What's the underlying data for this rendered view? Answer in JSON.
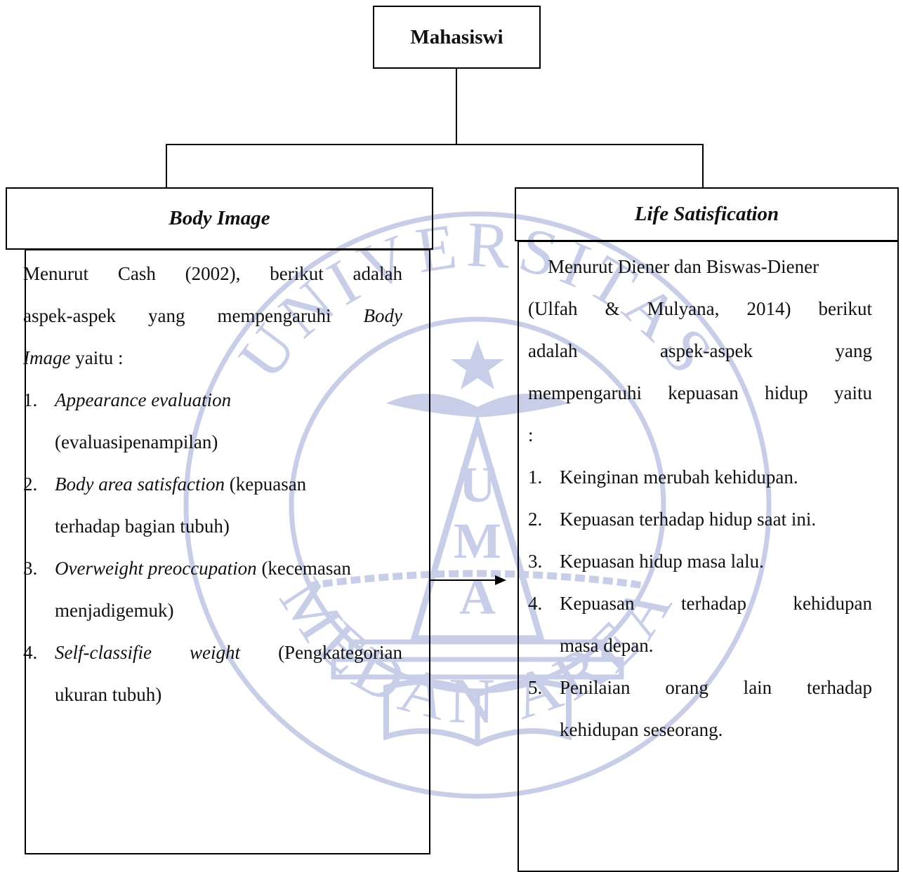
{
  "top": {
    "title": "Mahasiswi"
  },
  "left": {
    "title": "Body Image",
    "intro": {
      "line1": "Menurut Cash (2002), berikut adalah",
      "line2": "aspek-aspek yang mempengaruhi",
      "line2_em": "Body",
      "line3_em": "Image",
      "line3": " yaitu :"
    },
    "items": [
      {
        "num": "1.",
        "em": "Appearance evaluation",
        "rest": "",
        "cont": "(evaluasipenampilan)"
      },
      {
        "num": "2.",
        "em": "Body area satisfaction",
        "rest": " (kepuasan",
        "cont": "terhadap bagian tubuh)"
      },
      {
        "num": "3.",
        "em": "Overweight preoccupation",
        "rest": " (kecemasan",
        "cont": "menjadigemuk)"
      },
      {
        "num": "4.",
        "em": "Self-classifie weight",
        "rest": "(Pengkategorian",
        "cont": "ukuran tubuh)"
      }
    ]
  },
  "right": {
    "title": "Life Satisfication",
    "intro": {
      "line1": "Menurut Diener dan Biswas-Diener",
      "line2": "(Ulfah & Mulyana, 2014) berikut",
      "line3": "adalah aspek-aspek yang",
      "line4": "mempengaruhi kepuasan hidup yaitu",
      "line5": ":"
    },
    "items": [
      {
        "num": "1.",
        "text": "Keinginan merubah kehidupan."
      },
      {
        "num": "2.",
        "text": "Kepuasan terhadap hidup saat ini."
      },
      {
        "num": "3.",
        "text": "Kepuasan hidup masa lalu."
      },
      {
        "num": "4.",
        "text": "Kepuasan terhadap kehidupan",
        "cont": "masa depan."
      },
      {
        "num": "5.",
        "text": "Penilaian orang lain terhadap",
        "cont": "kehidupan seseorang."
      }
    ]
  },
  "watermark": {
    "top": "UNIVERSITAS",
    "bottom": "MEDAN AREA",
    "letters": [
      "U",
      "M",
      "A"
    ]
  },
  "colors": {
    "line": "#000000",
    "watermark": "#c9cee8"
  }
}
